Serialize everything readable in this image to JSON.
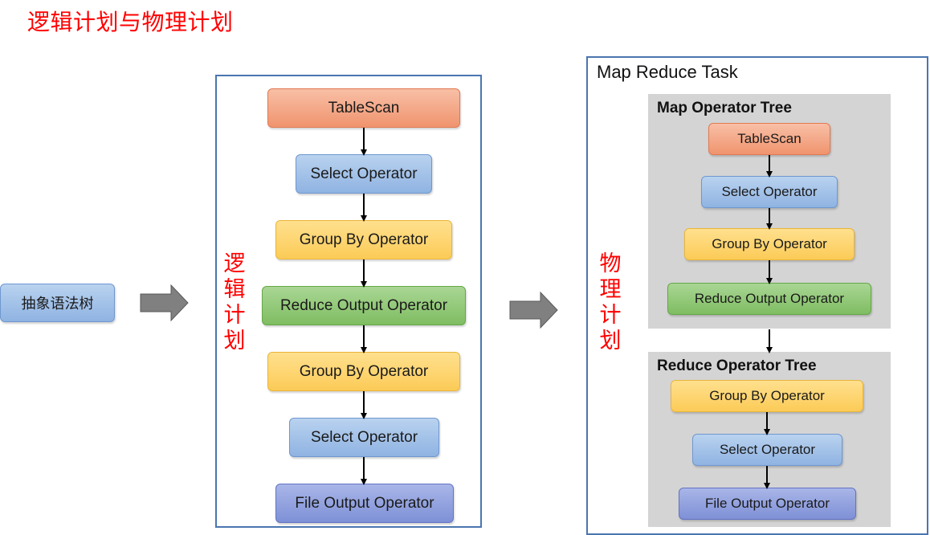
{
  "title": "逻辑计划与物理计划",
  "input": {
    "label": "抽象语法树"
  },
  "logical_plan": {
    "label": "逻辑计划",
    "nodes": [
      {
        "label": "TableScan",
        "color": "orange"
      },
      {
        "label": "Select Operator",
        "color": "blue"
      },
      {
        "label": "Group By Operator",
        "color": "yellow"
      },
      {
        "label": "Reduce Output Operator",
        "color": "green"
      },
      {
        "label": "Group By Operator",
        "color": "yellow"
      },
      {
        "label": "Select Operator",
        "color": "blue"
      },
      {
        "label": "File Output Operator",
        "color": "purple"
      }
    ]
  },
  "physical_plan": {
    "label": "物理计划",
    "task_title": "Map Reduce Task",
    "map_tree": {
      "title": "Map Operator Tree",
      "nodes": [
        {
          "label": "TableScan",
          "color": "orange"
        },
        {
          "label": "Select Operator",
          "color": "blue"
        },
        {
          "label": "Group By Operator",
          "color": "yellow"
        },
        {
          "label": "Reduce Output Operator",
          "color": "green"
        }
      ]
    },
    "reduce_tree": {
      "title": "Reduce Operator Tree",
      "nodes": [
        {
          "label": "Group By Operator",
          "color": "yellow"
        },
        {
          "label": "Select Operator",
          "color": "blue"
        },
        {
          "label": "File Output Operator",
          "color": "purple"
        }
      ]
    }
  },
  "colors": {
    "title": "#ff0000",
    "panel_border": "#4a76b0",
    "tree_background": "#d4d4d4",
    "arrow_fill": "#808080"
  }
}
